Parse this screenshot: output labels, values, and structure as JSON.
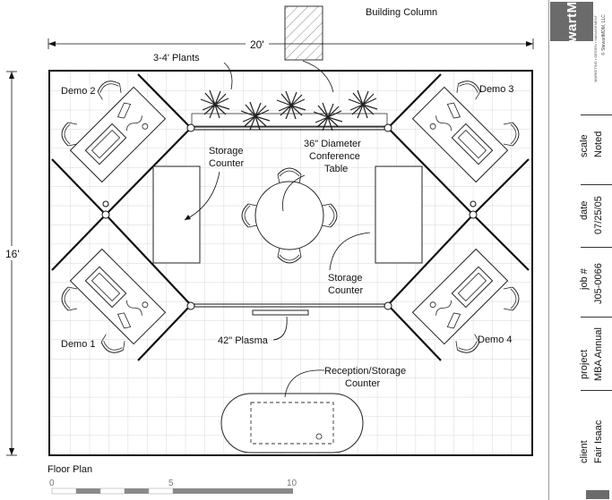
{
  "plan": {
    "column_label": "Building Column",
    "width_dim": "20'",
    "height_dim": "16'",
    "plants_label": "3-4' Plants",
    "demo_labels": [
      "Demo 2",
      "Demo 3",
      "Demo 1",
      "Demo 4"
    ],
    "storage_left": [
      "Storage",
      "Counter"
    ],
    "storage_right": [
      "Storage",
      "Counter"
    ],
    "conference": [
      "36\" Diameter",
      "Conference",
      "Table"
    ],
    "plasma": "42\" Plasma",
    "reception": [
      "Reception/Storage",
      "Counter"
    ],
    "floor_plan_title": "Floor Plan",
    "scale_ticks": [
      "0",
      "5",
      "10"
    ]
  },
  "title_block": {
    "brand": "StewartMDM",
    "tagline": "MARKETING • DESIGN • MANAGEMENT",
    "copyright": "© StewartMDM, LLC",
    "fields": [
      {
        "label": "scale",
        "value": "Noted"
      },
      {
        "label": "date",
        "value": "07/25/05"
      },
      {
        "label": "job #",
        "value": "J05-0066"
      },
      {
        "label": "project",
        "value": "MBA Annual"
      },
      {
        "label": "client",
        "value": "Fair Isaac"
      }
    ]
  }
}
